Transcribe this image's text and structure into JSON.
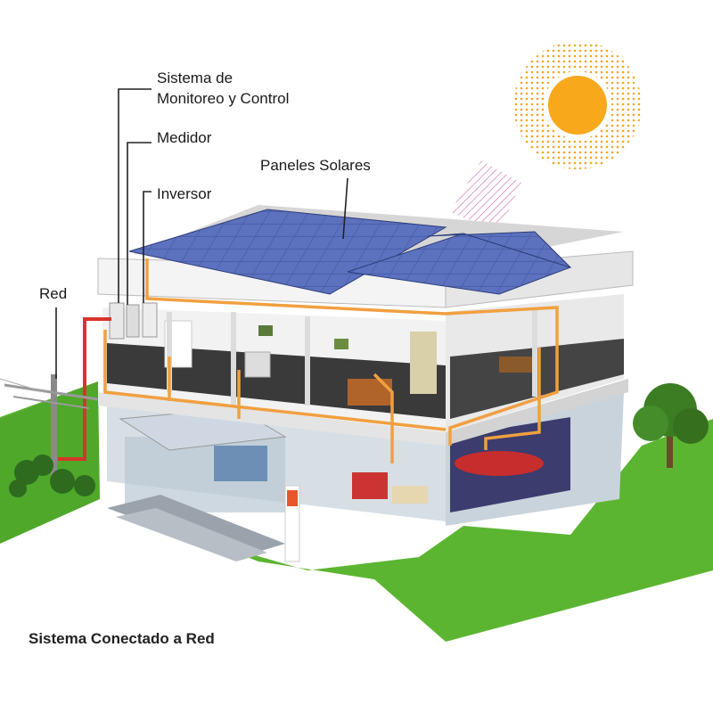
{
  "labels": {
    "monitoring_line1": "Sistema de",
    "monitoring_line2": "Monitoreo y Control",
    "meter": "Medidor",
    "inverter": "Inversor",
    "solar_panels": "Paneles Solares",
    "grid": "Red"
  },
  "caption": "Sistema Conectado a Red",
  "colors": {
    "sun": "#f7a81b",
    "sun_rays": "#f5a623",
    "wiring": "#f0a040",
    "grid_cable": "#d9342b",
    "lawn": "#5cb531",
    "panel": "#4b5fa8",
    "wall": "#eeeeee"
  },
  "icons": [
    "sun-icon",
    "solar-panel-icon",
    "utility-pole-icon",
    "tree-icon",
    "house-icon"
  ]
}
